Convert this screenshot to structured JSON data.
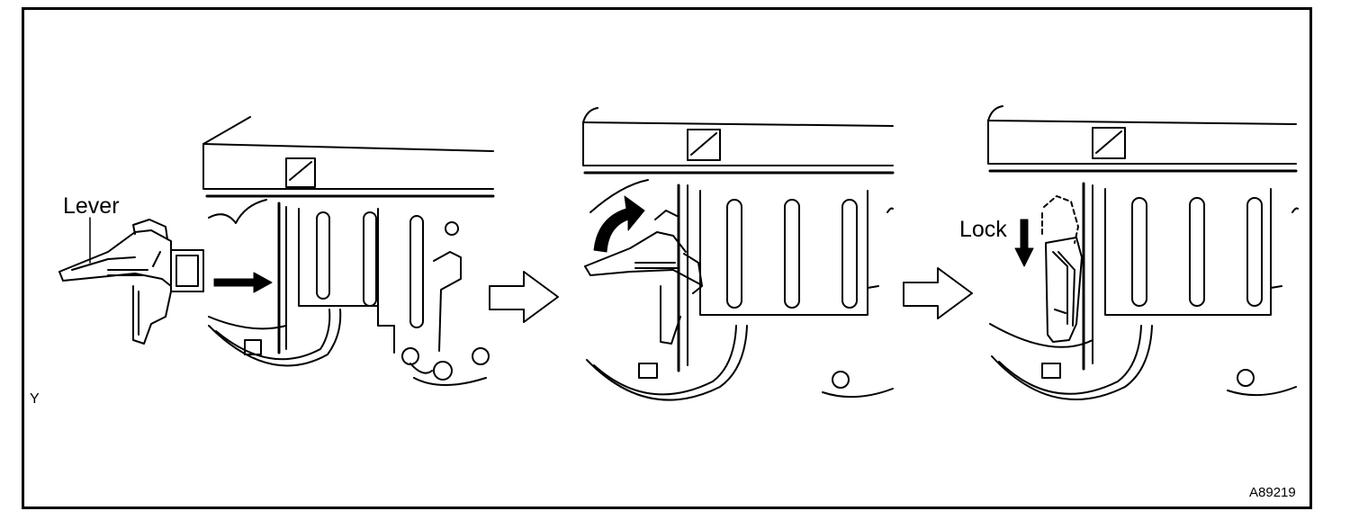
{
  "labels": {
    "lever": "Lever",
    "lock": "Lock",
    "corner_mark": "Y",
    "figure_id": "A89219"
  },
  "colors": {
    "line": "#000000",
    "background": "#ffffff"
  },
  "icons": [
    "push-arrow-icon",
    "rotate-arrow-icon",
    "down-arrow-icon",
    "step-arrow-icon"
  ]
}
